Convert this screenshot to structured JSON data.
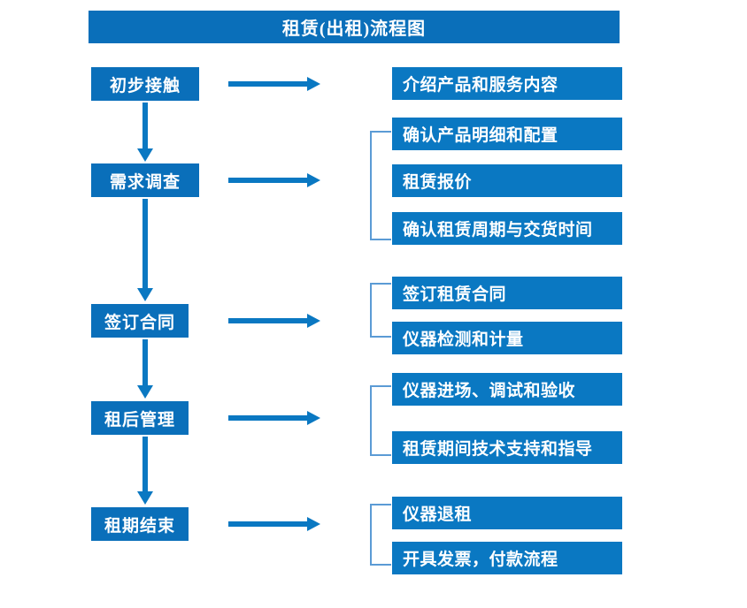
{
  "title": "租赁(出租)流程图",
  "colors": {
    "title_bar": "#0a6fba",
    "stage_box": "#0a6fba",
    "task_box": "#0a78c2",
    "arrow": "#0a78c2",
    "bracket": "#5b9bd5",
    "text": "#ffffff",
    "background": "#ffffff"
  },
  "stages": [
    {
      "label": "初步接触"
    },
    {
      "label": "需求调查"
    },
    {
      "label": "签订合同"
    },
    {
      "label": "租后管理"
    },
    {
      "label": "租期结束"
    }
  ],
  "tasks": [
    {
      "label": "介绍产品和服务内容"
    },
    {
      "label": "确认产品明细和配置"
    },
    {
      "label": "租赁报价"
    },
    {
      "label": "确认租赁周期与交货时间"
    },
    {
      "label": "签订租赁合同"
    },
    {
      "label": "仪器检测和计量"
    },
    {
      "label": "仪器进场、调试和验收"
    },
    {
      "label": "租赁期间技术支持和指导"
    },
    {
      "label": "仪器退租"
    },
    {
      "label": "开具发票，付款流程"
    }
  ],
  "arrows": {
    "horizontal_count": 5,
    "vertical_count": 4,
    "direction_horizontal": "right",
    "direction_vertical": "down"
  },
  "brackets": {
    "count": 4,
    "groups": [
      {
        "task_count": 3
      },
      {
        "task_count": 2
      },
      {
        "task_count": 2
      },
      {
        "task_count": 2
      }
    ]
  }
}
